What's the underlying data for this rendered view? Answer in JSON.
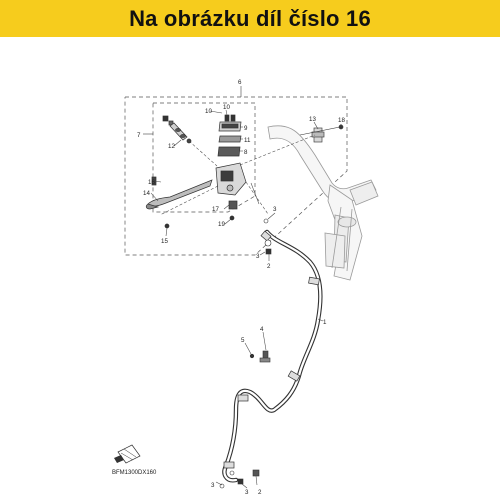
{
  "banner": {
    "text": "Na obrázku díl číslo 16"
  },
  "callouts": {
    "c1": "1",
    "c2a": "2",
    "c2b": "2",
    "c3a": "3",
    "c3b": "3",
    "c3c": "3",
    "c3d": "3",
    "c4": "4",
    "c5": "5",
    "c6": "6",
    "c7": "7",
    "c8": "8",
    "c9": "9",
    "c10a": "10",
    "c10b": "10",
    "c11": "11",
    "c12": "12",
    "c13": "13",
    "c14": "14",
    "c15": "15",
    "c16": "16",
    "c17": "17",
    "c18": "18",
    "c19": "19"
  },
  "diagram_code": "BFM1300DX160",
  "colors": {
    "banner": "#f6cc1d",
    "line": "#333333",
    "part_fill": "#e9e9e9",
    "part_dark": "#3a3a3a"
  }
}
